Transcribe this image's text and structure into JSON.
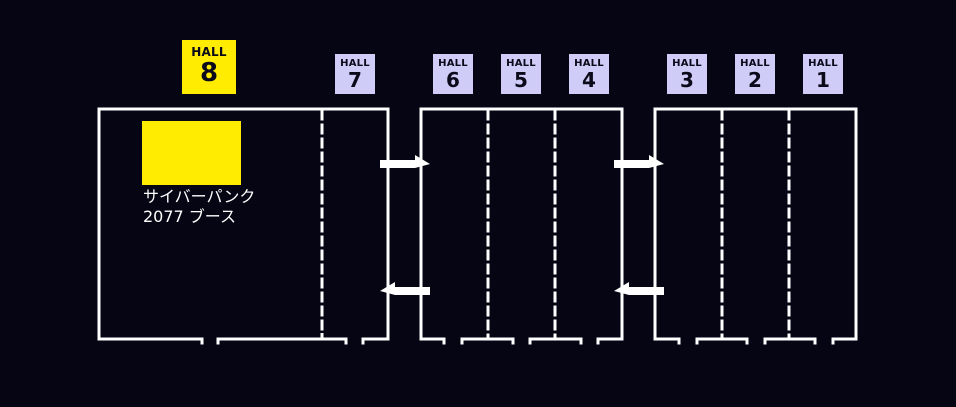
{
  "colors": {
    "background": "#050514",
    "wall": "#ffffff",
    "highlight": "#ffec00",
    "hall_badge": "#cfcdf7"
  },
  "halls": [
    {
      "label": "HALL",
      "number": "8",
      "highlighted": true
    },
    {
      "label": "HALL",
      "number": "7",
      "highlighted": false
    },
    {
      "label": "HALL",
      "number": "6",
      "highlighted": false
    },
    {
      "label": "HALL",
      "number": "5",
      "highlighted": false
    },
    {
      "label": "HALL",
      "number": "4",
      "highlighted": false
    },
    {
      "label": "HALL",
      "number": "3",
      "highlighted": false
    },
    {
      "label": "HALL",
      "number": "2",
      "highlighted": false
    },
    {
      "label": "HALL",
      "number": "1",
      "highlighted": false
    }
  ],
  "booth": {
    "line1": "サイバーパンク",
    "line2": "2077 ブース"
  },
  "connectors": [
    {
      "name": "connector-west",
      "arrows": [
        "right",
        "left"
      ]
    },
    {
      "name": "connector-east",
      "arrows": [
        "right",
        "left"
      ]
    }
  ]
}
